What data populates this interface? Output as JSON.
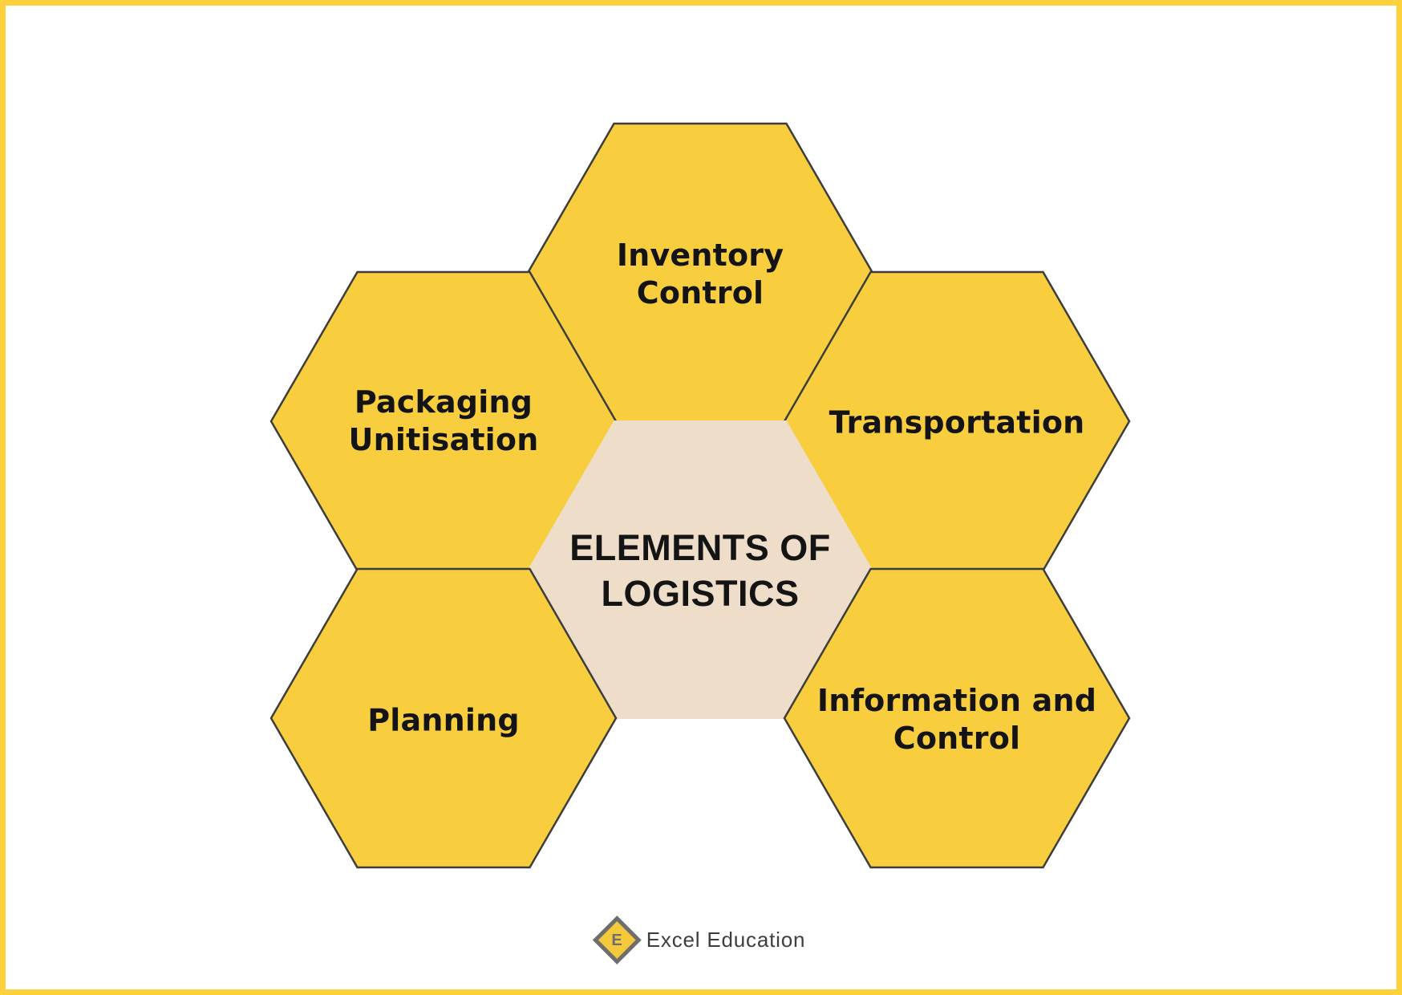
{
  "diagram": {
    "title": "ELEMENTS OF\nLOGISTICS",
    "hexagons": [
      {
        "id": "inventory-control",
        "label": "Inventory\nControl"
      },
      {
        "id": "packaging-unitisation",
        "label": "Packaging\nUnitisation"
      },
      {
        "id": "transportation",
        "label": "Transportation"
      },
      {
        "id": "planning",
        "label": "Planning"
      },
      {
        "id": "information-and-control",
        "label": "Information and\nControl"
      }
    ],
    "colors": {
      "hexagon_fill": "#f8ce3e",
      "hexagon_stroke": "#3d3d3d",
      "center_fill": "#eeddc8",
      "frame_border": "#fcd13b",
      "text": "#141414"
    }
  },
  "footer": {
    "brand": "Excel Education",
    "logo_icon": "diamond-e-icon",
    "logo_letter": "E"
  }
}
